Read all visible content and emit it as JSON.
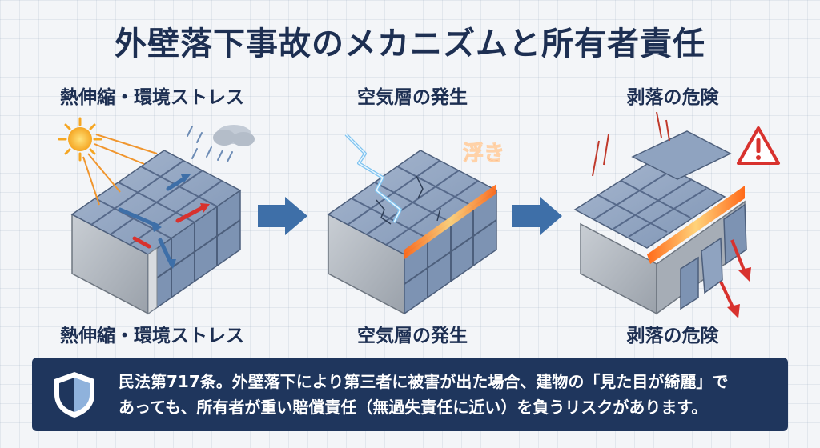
{
  "title": "外壁落下事故のメカニズムと所有者責任",
  "stages": [
    {
      "label_top": "熱伸縮・環境ストレス",
      "label_bottom": "熱伸縮・環境ストレス"
    },
    {
      "label_top": "空気層の発生",
      "label_bottom": "空気層の発生",
      "callout": "浮き"
    },
    {
      "label_top": "剥落の危険",
      "label_bottom": "剥落の危険"
    }
  ],
  "notice": {
    "line1": "民法第717条。外壁落下により第三者に被害が出た場合、建物の「見た目が綺麗」で",
    "line2": "あっても、所有者が重い賠償責任（無過失責任に近い）を負うリスクがあります。"
  },
  "colors": {
    "navy": "#1f365d",
    "tile": "#8fa3c0",
    "concrete": "#b9bec5",
    "crack_glow": "#ff8a2a",
    "warning_red": "#d8322e",
    "arrow_blue": "#3e6fa8"
  },
  "icons": [
    "sun-icon",
    "cloud-rain-icon",
    "warning-icon",
    "shield-icon",
    "lightning-icon"
  ]
}
